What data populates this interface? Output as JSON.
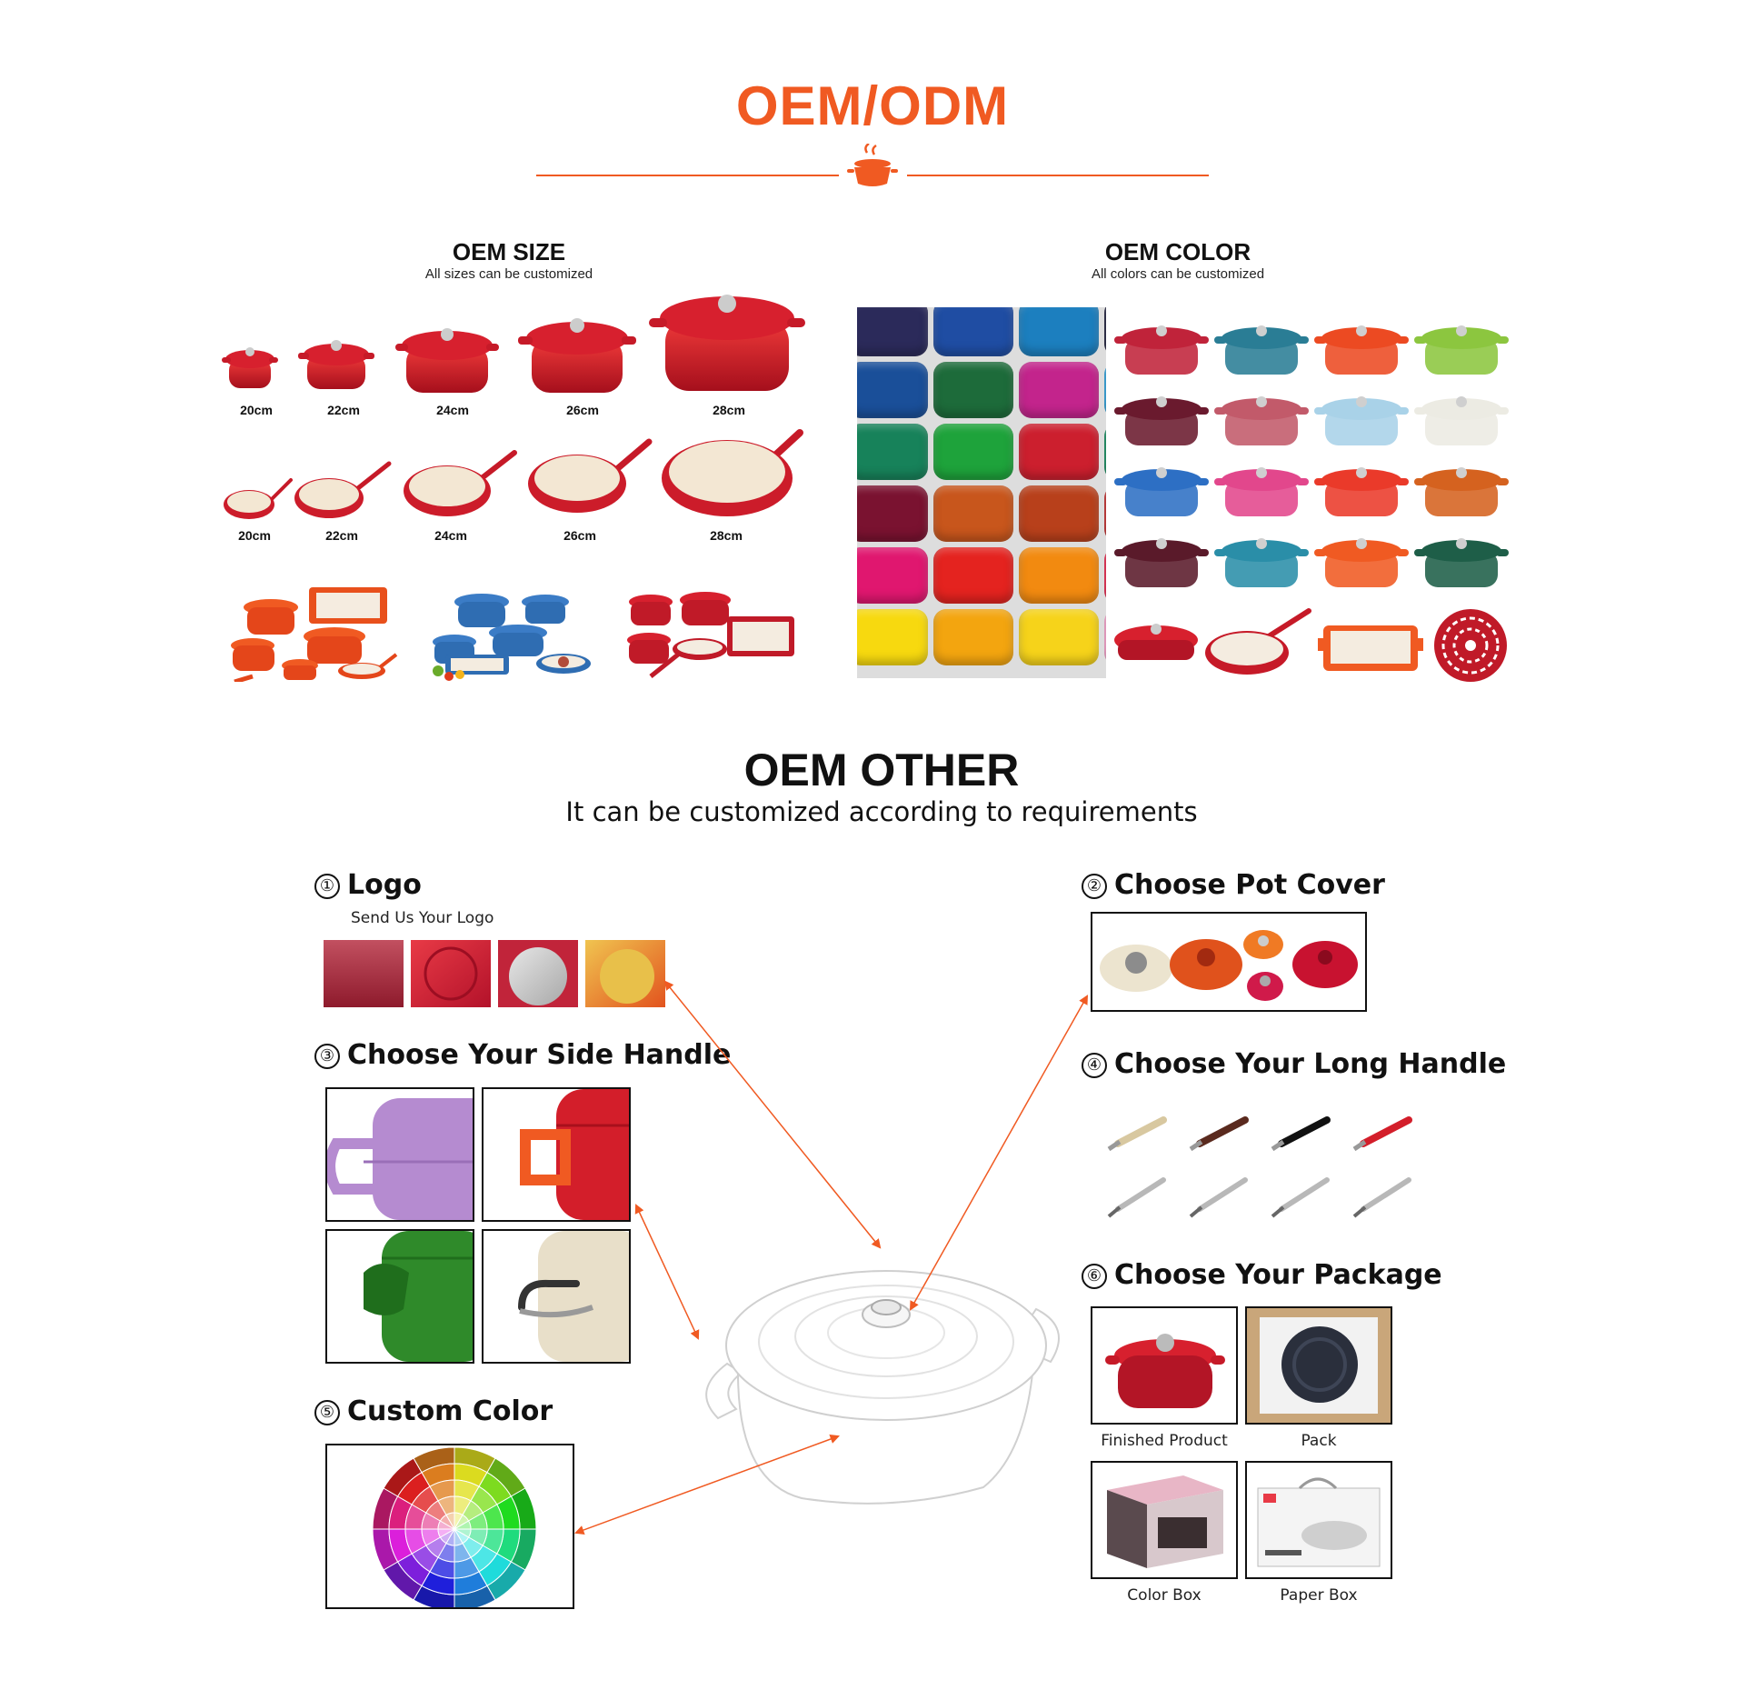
{
  "header": {
    "title": "OEM/ODM"
  },
  "oem_size": {
    "title": "OEM SIZE",
    "subtitle": "All sizes can be customized",
    "pot_sizes": [
      "20cm",
      "22cm",
      "24cm",
      "26cm",
      "28cm"
    ],
    "pan_sizes": [
      "20cm",
      "22cm",
      "24cm",
      "26cm",
      "28cm"
    ]
  },
  "oem_color": {
    "title": "OEM COLOR",
    "subtitle": "All colors can be customized",
    "swatch_colors": [
      [
        "#2b2a5a",
        "#1f4da3",
        "#1c7fbf",
        "#1d1e3b"
      ],
      [
        "#1a4f99",
        "#1d6b3a",
        "#c3248c",
        "#2aa0dc"
      ],
      [
        "#17825a",
        "#1ea33b",
        "#cc1f2e",
        "#118a5c"
      ],
      [
        "#7a1230",
        "#c8561c",
        "#b8401b",
        "#c32a2a"
      ],
      [
        "#e0176f",
        "#e4231f",
        "#f28a10",
        "#e8234a"
      ],
      [
        "#f7d90f",
        "#f3a50f",
        "#f6d31a",
        "#f59fc9"
      ]
    ],
    "pot_colors": [
      [
        "#c0233a",
        "#2a7d95",
        "#ec4a22",
        "#8cc63f"
      ],
      [
        "#6a1a2e",
        "#c25a6a",
        "#a9d2e8",
        "#ecebe3"
      ],
      [
        "#2d6fc4",
        "#e2478c",
        "#ea3a2a",
        "#d5621f"
      ],
      [
        "#5a1a2a",
        "#2a8ea8",
        "#f05a22",
        "#1e5e48"
      ]
    ]
  },
  "oem_other": {
    "title": "OEM OTHER",
    "subtitle": "It can be customized according to requirements",
    "logo": {
      "number": "①",
      "label": "Logo",
      "caption": "Send Us Your Logo"
    },
    "pot_cover": {
      "number": "②",
      "label": "Choose Pot Cover"
    },
    "side_handle": {
      "number": "③",
      "label": "Choose Your Side Handle"
    },
    "long_handle": {
      "number": "④",
      "label": "Choose Your Long Handle"
    },
    "custom_color": {
      "number": "⑤",
      "label": "Custom Color"
    },
    "package": {
      "number": "⑥",
      "label": "Choose Your Package",
      "items": [
        "Finished Product",
        "Pack",
        "Color Box",
        "Paper Box"
      ]
    }
  },
  "colors": {
    "accent": "#f05a22",
    "pot_red": "#d3202e"
  }
}
